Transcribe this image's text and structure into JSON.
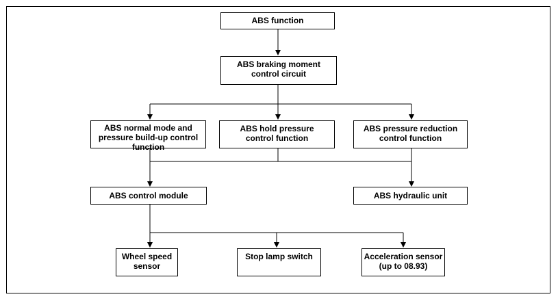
{
  "diagram": {
    "nodes": {
      "abs_function": [
        "ABS function"
      ],
      "braking_moment": [
        "ABS braking moment",
        "control circuit"
      ],
      "normal_mode": [
        "ABS normal mode and",
        "pressure build-up control",
        "function"
      ],
      "hold_pressure": [
        "ABS hold pressure",
        "control function"
      ],
      "pressure_reduction": [
        "ABS pressure reduction",
        "control function"
      ],
      "control_module": [
        "ABS control module"
      ],
      "hydraulic_unit": [
        "ABS hydraulic unit"
      ],
      "wheel_speed": [
        "Wheel speed",
        "sensor"
      ],
      "stop_lamp": [
        "Stop lamp switch"
      ],
      "acceleration_sensor": [
        "Acceleration sensor",
        "(up to 08.93)"
      ]
    }
  }
}
